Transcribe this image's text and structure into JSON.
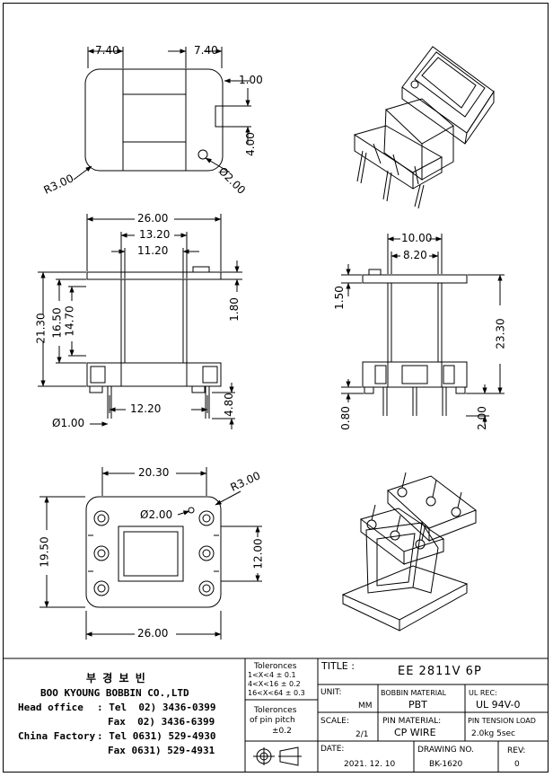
{
  "top_view": {
    "dim_left": "7.40",
    "dim_right": "7.40",
    "dim_tab": "1.00",
    "dim_tab_height": "4.00",
    "radius": "R3.00",
    "hole": "Ø2.00"
  },
  "front_view": {
    "width_overall": "26.00",
    "width_core": "13.20",
    "width_inner": "11.20",
    "height_overall": "21.30",
    "height_flange": "16.50",
    "height_window": "14.70",
    "flange_thickness": "1.80",
    "pin_spacing": "12.20",
    "pin_length": "4.80",
    "pin_dia": "Ø1.00"
  },
  "side_view": {
    "width_core": "10.00",
    "width_inner": "8.20",
    "flange_thickness": "1.50",
    "height_overall": "23.30",
    "pin_offset": "0.80",
    "pin_length": "2.00"
  },
  "bottom_view": {
    "width_top": "20.30",
    "radius": "R3.00",
    "hole": "Ø2.00",
    "height": "19.50",
    "inner_height": "12.00",
    "width": "26.00"
  },
  "company": {
    "name_kr": "부 경 보 빈",
    "name_en": "BOO KYOUNG BOBBIN CO.,LTD",
    "head_office_label": "Head office",
    "head_tel": ": Tel  02) 3436-0399",
    "head_fax": "Fax  02) 3436-6399",
    "china_label": "China Factory",
    "china_tel": ": Tel 0631) 529-4930",
    "china_fax": "Fax 0631) 529-4931"
  },
  "title_block": {
    "tolerances_title": "Toleronces",
    "tol_row1": "1<X<4   ± 0.1",
    "tol_row2": "4<X<16  ± 0.2",
    "tol_row3": "16<X<64 ± 0.3",
    "pitch_title": "Toleronces",
    "pitch_line2": "of pin pitch",
    "pitch_value": "±0.2",
    "title_label": "TITLE :",
    "title_value": "EE 2811V 6P",
    "unit_label": "UNIT:",
    "unit_value": "MM",
    "bobbin_material_label": "BOBBIN MATERIAL",
    "bobbin_material_value": "PBT",
    "ul_rec_label": "UL REC:",
    "ul_rec_value": "UL 94V-0",
    "scale_label": "SCALE:",
    "scale_value": "2/1",
    "pin_material_label": "PIN MATERIAL:",
    "pin_material_value": "CP WIRE",
    "pin_tension_label": "PIN TENSION LOAD",
    "pin_tension_value": "2.0kg 5sec",
    "date_label": "DATE:",
    "date_value": "2021. 12. 10",
    "drawing_no_label": "DRAWING NO.",
    "drawing_no_value": "BK-1620",
    "rev_label": "REV:",
    "rev_value": "0"
  }
}
